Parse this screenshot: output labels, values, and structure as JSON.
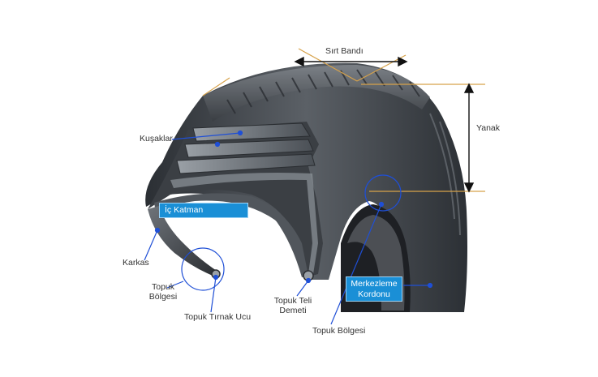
{
  "colors": {
    "accent_box": "#1a8fd6",
    "leader_blue": "#1f4fd6",
    "leader_gold": "#d7a24a",
    "tire_dark": "#2a2d31",
    "tire_mid": "#5d6268",
    "label_text": "#333333"
  },
  "labels": {
    "sirt_bandi": "Sırt Bandı",
    "yanak": "Yanak",
    "kusaklar": "Kuşaklar",
    "ic_katman": "İç Katman",
    "karkas": "Karkas",
    "topuk_bolgesi_left_1": "Topuk",
    "topuk_bolgesi_left_2": "Bölgesi",
    "topuk_tirnak_ucu": "Topuk Tırnak Ucu",
    "topuk_teli_1": "Topuk Teli",
    "topuk_teli_2": "Demeti",
    "topuk_bolgesi_bottom": "Topuk Bölgesi",
    "merkezleme_1": "Merkezleme",
    "merkezleme_2": "Kordonu"
  }
}
